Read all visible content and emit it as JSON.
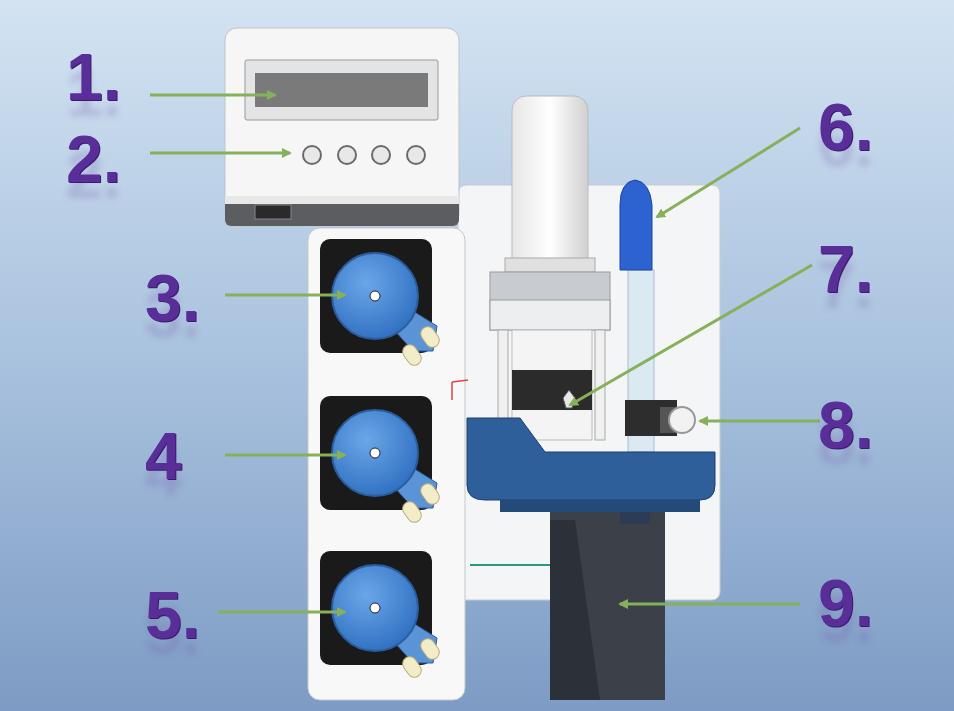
{
  "diagram": {
    "labels": [
      "1.",
      "2.",
      "3.",
      "4",
      "5.",
      "6.",
      "7.",
      "8.",
      "9."
    ]
  }
}
